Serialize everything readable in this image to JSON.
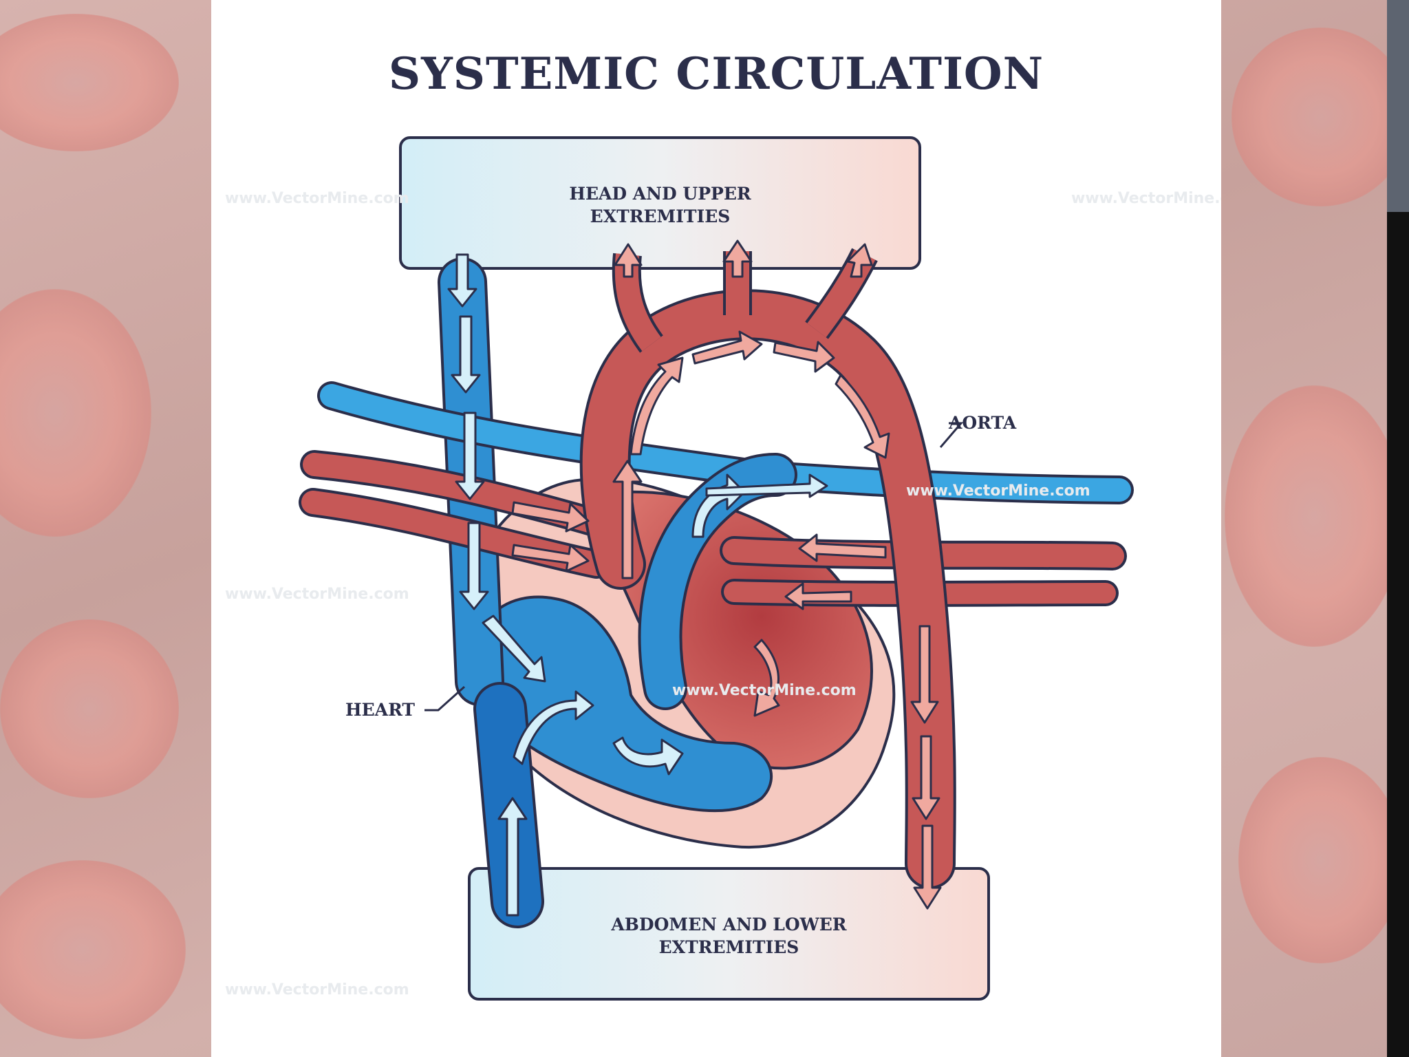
{
  "title": "SYSTEMIC CIRCULATION",
  "labels": {
    "head_box": [
      "HEAD AND UPPER",
      "EXTREMITIES"
    ],
    "abdomen_box": [
      "ABDOMEN AND LOWER",
      "EXTREMITIES"
    ],
    "aorta": "AORTA",
    "heart": "HEART"
  },
  "watermark": "www.VectorMine.com",
  "colors": {
    "deoxygenated": "#3a9ed8",
    "deoxygenated_dark": "#1f6fb8",
    "oxygenated": "#c65857",
    "oxygenated_light": "#e9a39a",
    "heart_outer": "#f5c9c0",
    "outline": "#2b2e4a"
  }
}
